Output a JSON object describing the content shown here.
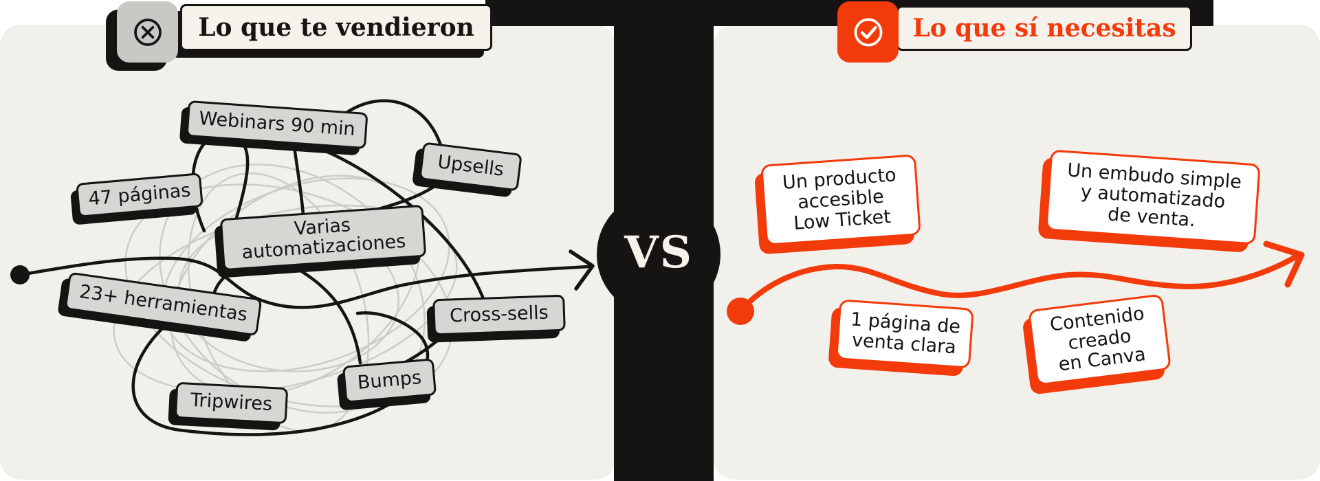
{
  "left_panel": {
    "header": {
      "title": "Lo que te vendieron",
      "icon": "x-circle-icon"
    },
    "labels": {
      "webinars": "Webinars 90 min",
      "paginas": "47 páginas",
      "upsells": "Upsells",
      "varias_line1": "Varias",
      "varias_line2": "automatizaciones",
      "herramientas": "23+ herramientas",
      "crosssells": "Cross-sells",
      "bumps": "Bumps",
      "tripwires": "Tripwires"
    }
  },
  "vs_badge": {
    "label": "VS"
  },
  "right_panel": {
    "header": {
      "title": "Lo que sí necesitas",
      "icon": "check-circle-icon"
    },
    "cards": {
      "producto": {
        "l1": "Un producto",
        "l2": "accesible",
        "l3": "Low Ticket"
      },
      "embudo": {
        "l1": "Un embudo simple",
        "l2": "y automatizado",
        "l3": "de venta."
      },
      "pagina": {
        "l1": "1 página de",
        "l2": "venta clara"
      },
      "contenido": {
        "l1": "Contenido",
        "l2": "creado",
        "l3": "en Canva"
      }
    }
  },
  "colors": {
    "accent_orange": "#f23a0b",
    "ink_black": "#151412",
    "panel_cream": "#f2f0ea",
    "title_cream": "#f5f2ec",
    "label_gray": "#d7d6d3",
    "scribble_gray": "#c7c6c2",
    "page_white": "#ffffff"
  }
}
